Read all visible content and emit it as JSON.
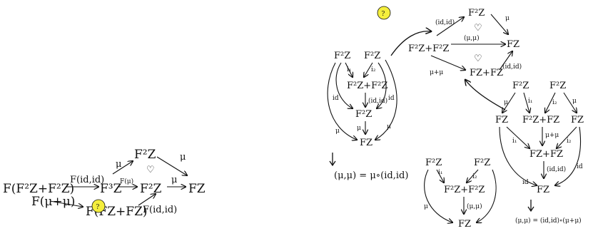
{
  "left_diagram": {
    "n_src": "F(F²Z+F²Z)",
    "n_top": "F²Z",
    "n_mid": "F³Z",
    "n_mid2": "F²Z",
    "n_fz": "FZ",
    "n_src2": "F(μ+μ)",
    "n_bot": "F(FZ+FZ)",
    "a_id": "F(id,id)",
    "a_fm": "F(μ)",
    "a_mu1": "μ",
    "a_mu2": "μ",
    "a_mu3": "μ",
    "a_fid": "F(id,id)",
    "commute": "♡",
    "question": "?"
  },
  "right_diagram": {
    "g1_a": "F²Z",
    "g1_b": "F²Z",
    "g1_i1": "i₁",
    "g1_i2": "i₂",
    "g1_sum": "F²Z+F²Z",
    "g1_idid": "(id,id)",
    "g1_id_l": "id",
    "g1_id_r": "id",
    "g1_mid": "F²Z",
    "g1_mu": "μ",
    "g1_mu_l": "μ",
    "g1_mu_r": "μ",
    "g1_fz": "FZ",
    "g1_eq": "(μ,μ) = μ∘(id,id)",
    "top_idid": "(id,id)",
    "top_f2z": "F²Z",
    "top_mu": "μ",
    "top_sum": "F²Z+F²Z",
    "top_mumu": "(μ,μ)",
    "top_fz": "FZ",
    "top_mupmu": "μ+μ",
    "top_fzfz": "FZ+FZ",
    "top_idid2": "(id,id)",
    "heart1": "♡",
    "heart2": "♡",
    "g3_a": "F²Z",
    "g3_b": "F²Z",
    "g3_i1": "i₁",
    "g3_i2": "i₂",
    "g3_sum": "F²Z+F²Z",
    "g3_mumu": "(μ,μ)",
    "g3_mu": "μ",
    "g3_fz": "FZ",
    "g4_a": "F²Z",
    "g4_b": "F²Z",
    "g4_mu1": "μ",
    "g4_i1": "i₁",
    "g4_i2": "i₂",
    "g4_mu2": "μ",
    "g4_fz1": "FZ",
    "g4_sum": "F²Z+FZ",
    "g4_fz2": "FZ",
    "g4_mupm": "μ+μ",
    "g4_i1b": "i₁",
    "g4_i2b": "i₂",
    "g4_fzfz": "FZ+FZ",
    "g4_idid": "(id,id)",
    "g4_id_l": "id",
    "g4_id_r": "id",
    "g4_fzb": "FZ",
    "g4_eq": "(μ,μ) = (id,id)∘(μ+μ)",
    "question": "?"
  },
  "colors": {
    "ink": "#111111",
    "highlight": "#f4ee3c"
  }
}
